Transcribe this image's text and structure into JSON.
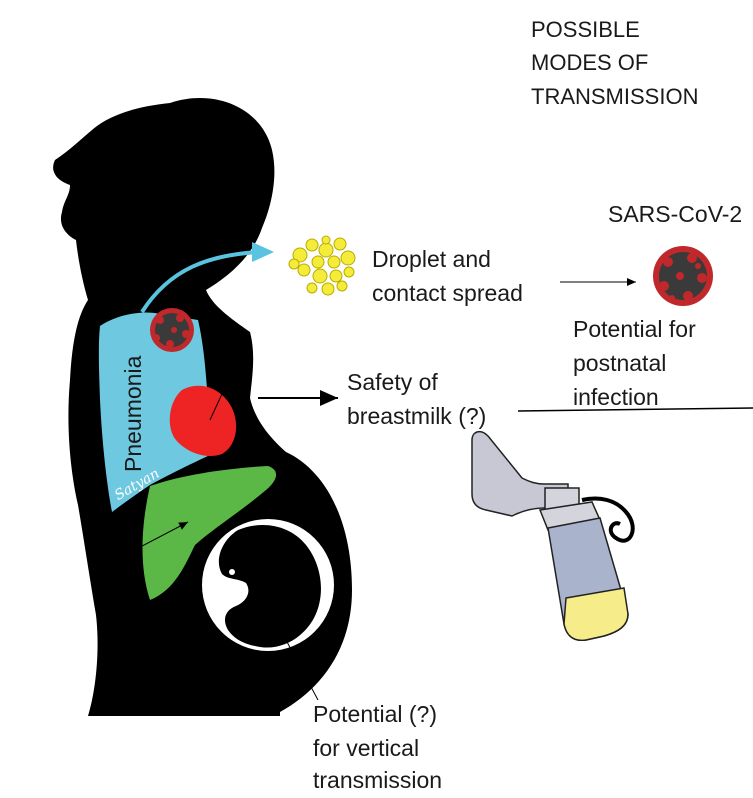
{
  "title": {
    "line1": "POSSIBLE",
    "line2": "MODES OF",
    "line3": "TRANSMISSION"
  },
  "virus_label": "SARS-CoV-2",
  "droplet": {
    "line1": "Droplet and",
    "line2": "contact spread"
  },
  "postnatal": {
    "line1": "Potential for",
    "line2": "postnatal",
    "line3": "infection"
  },
  "breastmilk": {
    "line1": "Safety of",
    "line2": "breastmilk (?)"
  },
  "vertical": {
    "line1": "Potential (?)",
    "line2": "for vertical",
    "line3": "transmission"
  },
  "organ_label": "Pneumonia",
  "signature": "Satyan",
  "colors": {
    "silhouette": "#000000",
    "lung": "#6ec9e0",
    "droplets": "#f5ec3a",
    "heart": "#ee2323",
    "liver": "#5cb846",
    "virus_spikes": "#c0282b",
    "virus_core": "#3a3a3a",
    "pump_gray": "#c8c8d4",
    "pump_bottle": "#a9b3cc",
    "milk": "#f6ec8a",
    "arrow_blue": "#5ac3df"
  }
}
